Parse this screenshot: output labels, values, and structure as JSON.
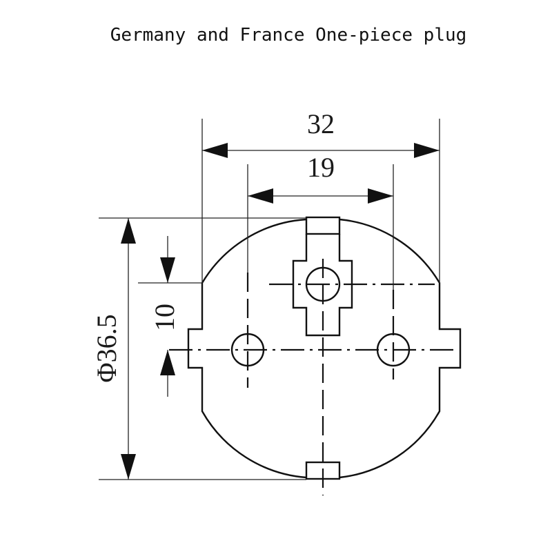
{
  "title": "Germany and France One-piece plug",
  "dimensions": {
    "overall_width": "32",
    "pin_spacing": "19",
    "diameter": "Φ36.5",
    "offset": "10"
  }
}
